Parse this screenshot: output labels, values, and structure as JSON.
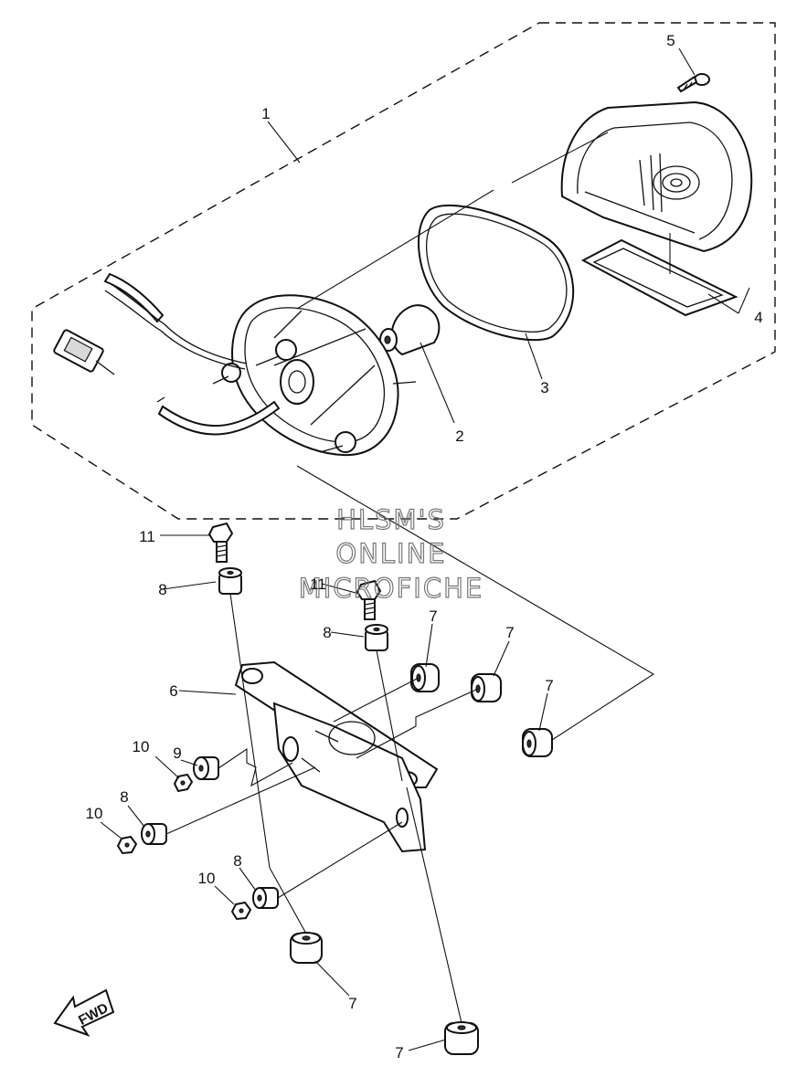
{
  "callouts": {
    "c1": "1",
    "c2": "2",
    "c3": "3",
    "c4": "4",
    "c5": "5",
    "c6": "6",
    "c7a": "7",
    "c7b": "7",
    "c7c": "7",
    "c7d": "7",
    "c7e": "7",
    "c8a": "8",
    "c8b": "8",
    "c8c": "8",
    "c8d": "8",
    "c9": "9",
    "c10a": "10",
    "c10b": "10",
    "c10c": "10",
    "c11a": "11",
    "c11b": "11"
  },
  "watermark": {
    "line1": "HLSM'S",
    "line2": "ONLINE",
    "line3": "MICROFICHE"
  },
  "direction": {
    "label": "FWD"
  }
}
